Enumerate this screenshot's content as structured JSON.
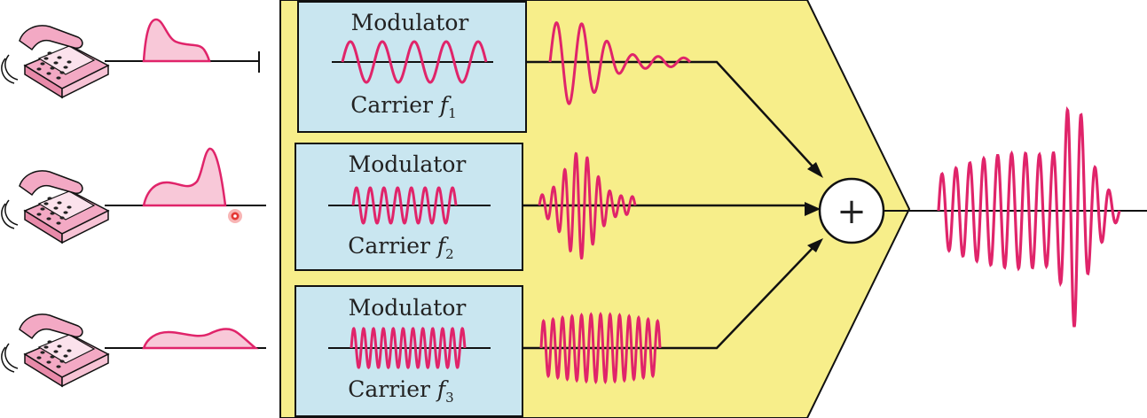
{
  "colors": {
    "panel_fill": "#f7ee8a",
    "modulator_fill": "#c9e6f0",
    "signal_stroke": "#e0246a",
    "signal_fill": "#f8c8d8",
    "phone_body": "#f3a9c4",
    "line": "#111111"
  },
  "modulators": [
    {
      "title": "Modulator",
      "carrier_word": "Carrier",
      "carrier_symbol": "f",
      "carrier_index": "1"
    },
    {
      "title": "Modulator",
      "carrier_word": "Carrier",
      "carrier_symbol": "f",
      "carrier_index": "2"
    },
    {
      "title": "Modulator",
      "carrier_word": "Carrier",
      "carrier_symbol": "f",
      "carrier_index": "3"
    }
  ],
  "adder": {
    "symbol": "+"
  },
  "icons": [
    "telephone-icon",
    "telephone-icon",
    "telephone-icon"
  ]
}
